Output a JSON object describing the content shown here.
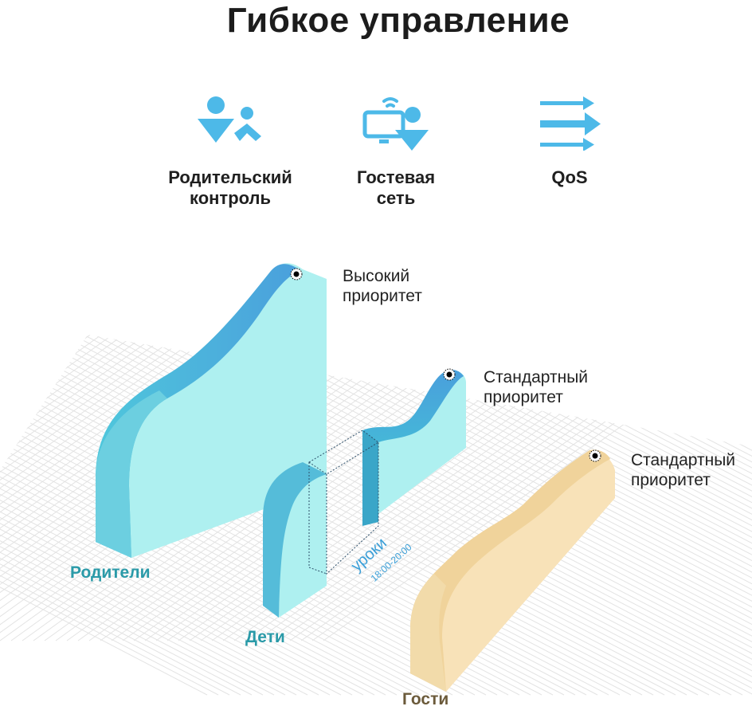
{
  "title": "Гибкое управление",
  "features": [
    {
      "icon": "parental-control-icon",
      "line1": "Родительский",
      "line2": "контроль"
    },
    {
      "icon": "guest-network-icon",
      "line1": "Гостевая",
      "line2": "сеть"
    },
    {
      "icon": "qos-arrows-icon",
      "line1": "QoS",
      "line2": ""
    }
  ],
  "priorities": {
    "high": {
      "line1": "Высокий",
      "line2": "приоритет"
    },
    "standard_kids": {
      "line1": "Стандартный",
      "line2": "приоритет"
    },
    "standard_guests": {
      "line1": "Стандартный",
      "line2": "приоритет"
    }
  },
  "groups": {
    "parents": "Родители",
    "kids": "Дети",
    "guests": "Гости"
  },
  "lessons": {
    "label": "уроки",
    "time": "18:00-20:00"
  },
  "colors": {
    "accent_blue": "#4db9e8",
    "parents_label": "#2a9aa8",
    "guests_label": "#6b5a3a",
    "wave_front_blue": "#6ccfe0",
    "wave_side_light": "#aef0f0",
    "wave_sand": "#f3d6a0"
  }
}
